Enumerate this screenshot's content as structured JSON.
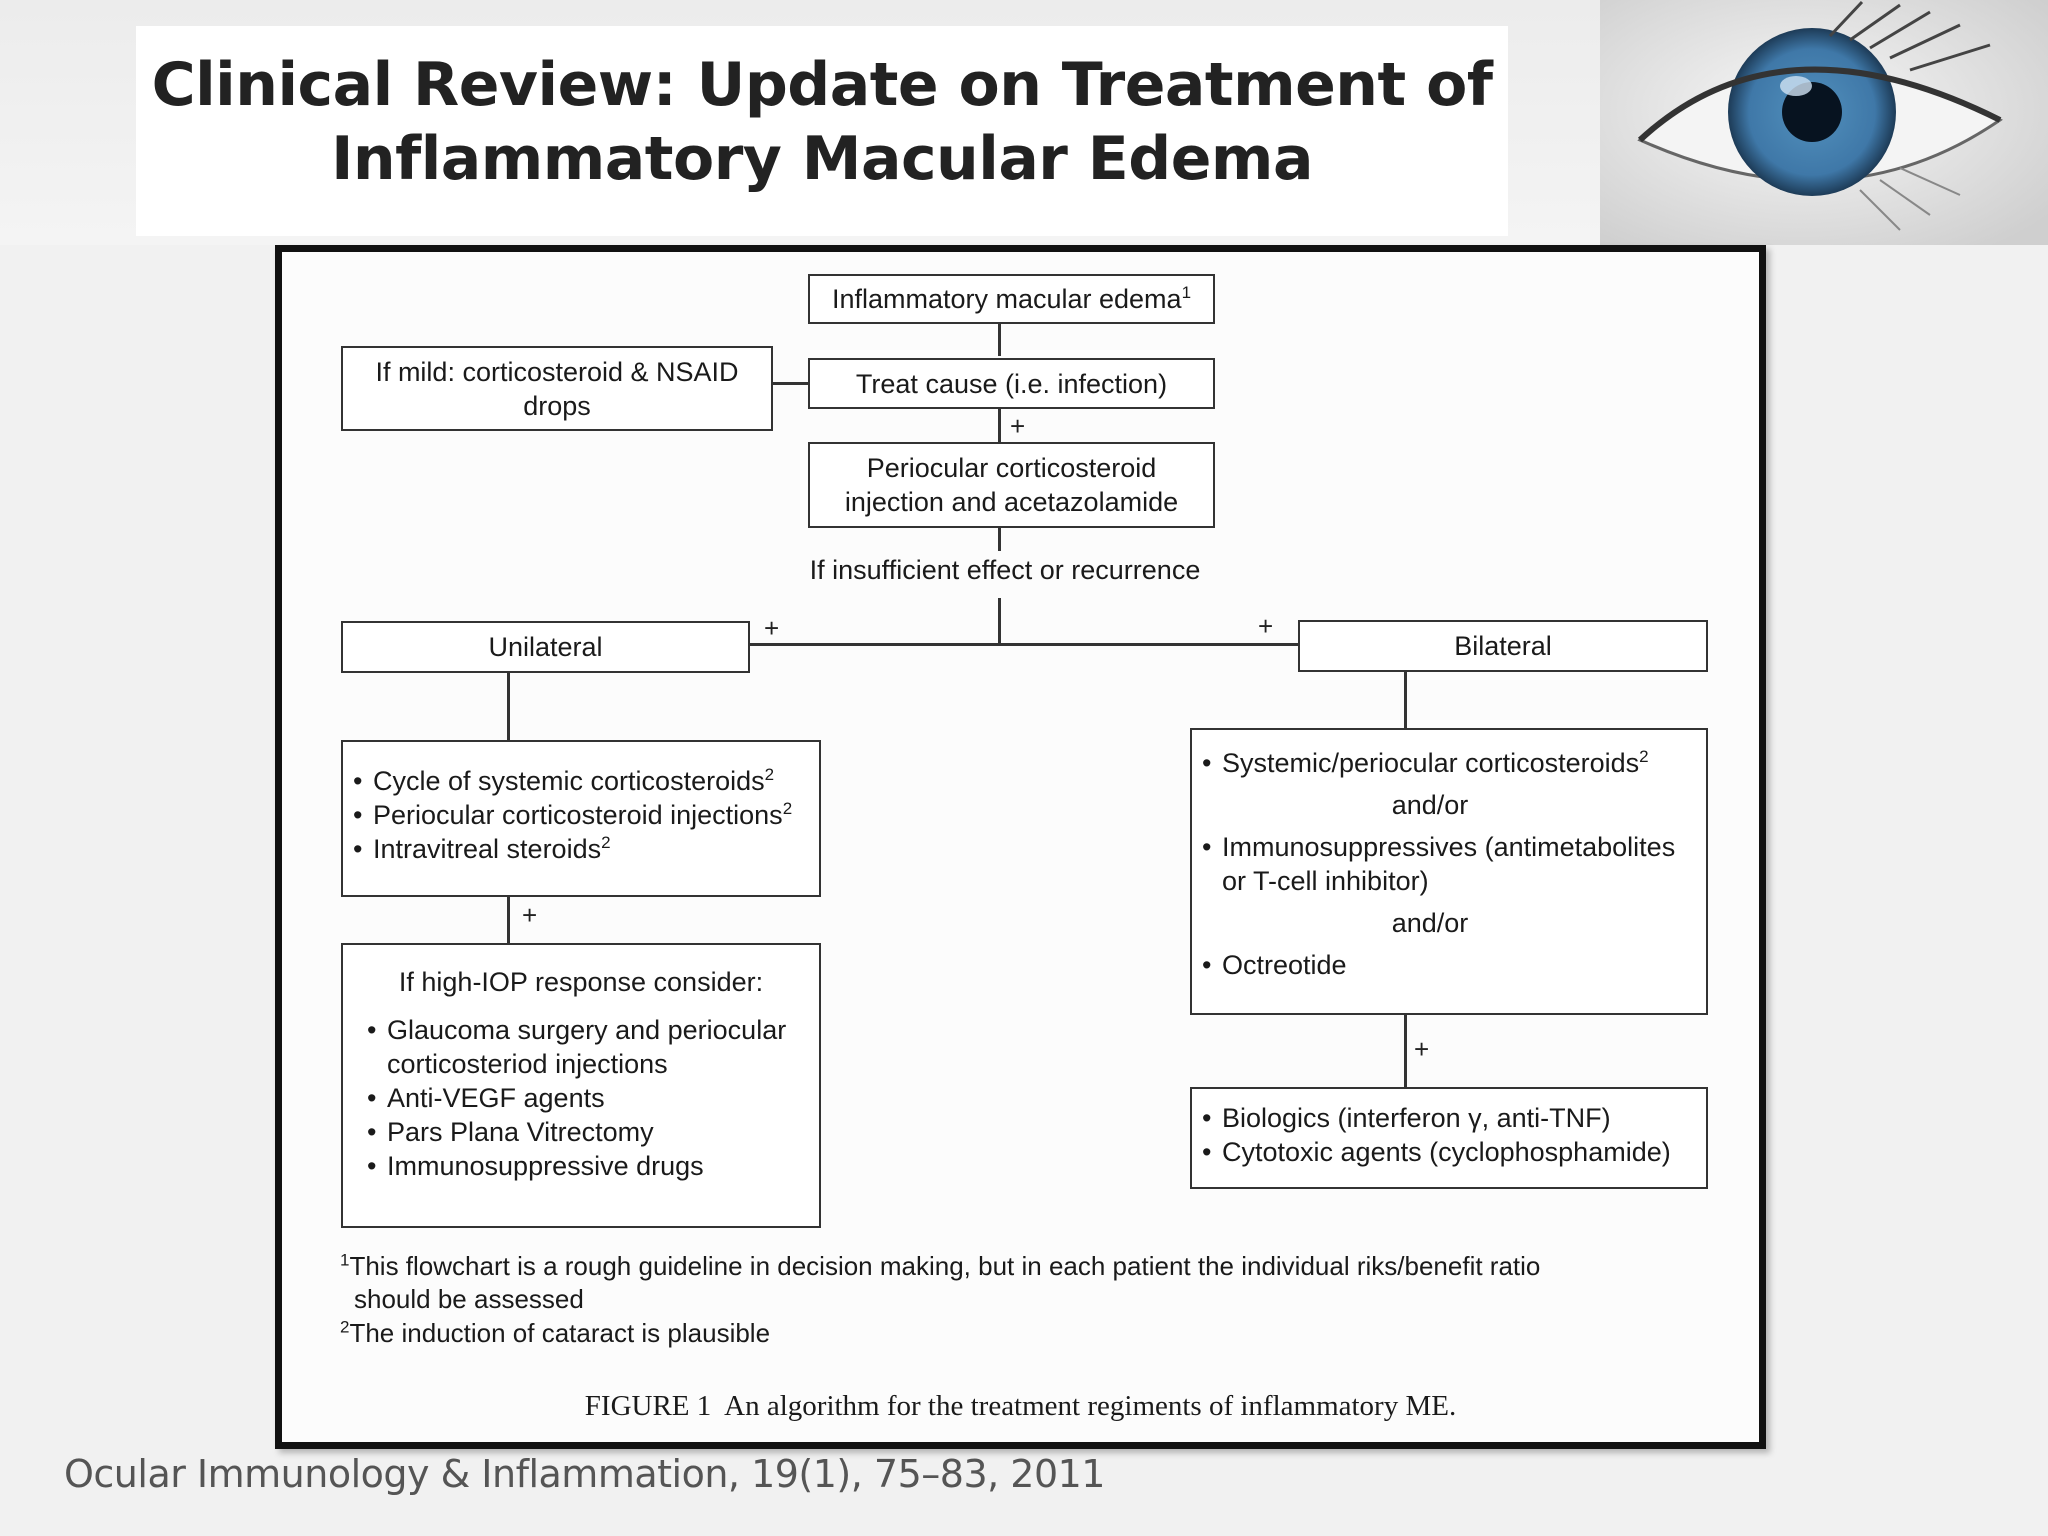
{
  "header": {
    "title_line1": "Clinical Review: Update on Treatment of",
    "title_line2": "Inflammatory Macular Edema"
  },
  "flowchart": {
    "start": {
      "label": "Inflammatory macular edema",
      "sup": "1"
    },
    "mild": {
      "line1": "If mild: corticosteroid & NSAID",
      "line2": "drops"
    },
    "treat_cause": "Treat cause (i.e. infection)",
    "periocular": {
      "line1": "Periocular corticosteroid",
      "line2": "injection and acetazolamide"
    },
    "insufficient": "If insufficient effect or recurrence",
    "plus": "+",
    "unilateral": {
      "label": "Unilateral",
      "options": [
        {
          "text": "Cycle of systemic corticosteroids",
          "sup": "2"
        },
        {
          "text": "Periocular corticosteroid injections",
          "sup": "2"
        },
        {
          "text": "Intravitreal steroids",
          "sup": "2"
        }
      ],
      "iop_heading": "If high-IOP response consider:",
      "iop_options": [
        "Glaucoma surgery and periocular corticosteriod injections",
        "Anti-VEGF agents",
        "Pars Plana Vitrectomy",
        "Immunosuppressive drugs"
      ]
    },
    "bilateral": {
      "label": "Bilateral",
      "option1": {
        "text": "Systemic/periocular corticosteroids",
        "sup": "2"
      },
      "and_or": "and/or",
      "option2": "Immunosuppressives (antimetabolites or T-cell inhibitor)",
      "option3": "Octreotide",
      "biologics": [
        "Biologics (interferon γ, anti-TNF)",
        "Cytotoxic agents (cyclophosphamide)"
      ]
    }
  },
  "footnotes": {
    "n1_mark": "1",
    "n1_text_line1": "This flowchart is a rough guideline in decision making, but in each patient the individual riks/benefit ratio",
    "n1_text_line2": "should be assessed",
    "n2_mark": "2",
    "n2_text": "The induction of cataract is plausible"
  },
  "caption": "FIGURE 1  An algorithm for the treatment regiments of inflammatory ME.",
  "citation": "Ocular Immunology & Inflammation, 19(1), 75–83, 2011",
  "colors": {
    "frame": "#111111",
    "box_border": "#333333",
    "iris": "#3f78a8"
  }
}
